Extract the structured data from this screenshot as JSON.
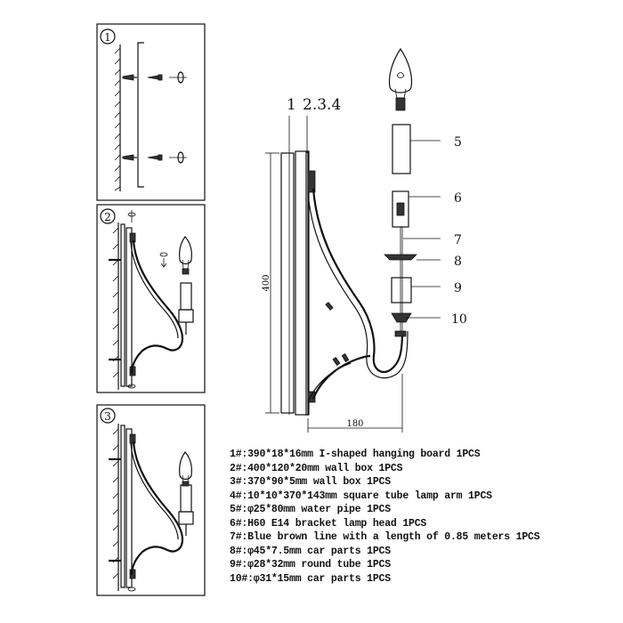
{
  "steps": [
    {
      "number": "1"
    },
    {
      "number": "2"
    },
    {
      "number": "3"
    }
  ],
  "main_view": {
    "label_left": "1",
    "label_top": "2.3.4",
    "dim_height": "400",
    "dim_width": "180"
  },
  "callouts": [
    "5",
    "6",
    "7",
    "8",
    "9",
    "10"
  ],
  "parts": [
    "1#:390*18*16mm I-shaped hanging board 1PCS",
    "2#:400*120*20mm wall box 1PCS",
    "3#:370*90*5mm wall box 1PCS",
    "4#:10*10*370*143mm square tube lamp arm 1PCS",
    "5#:φ25*80mm water pipe  1PCS",
    "6#:H60 E14 bracket lamp head  1PCS",
    "7#:Blue brown line with a length of 0.85 meters 1PCS",
    "8#:φ45*7.5mm car parts 1PCS",
    "9#:φ28*32mm round tube 1PCS",
    "10#:φ31*15mm car parts 1PCS"
  ]
}
